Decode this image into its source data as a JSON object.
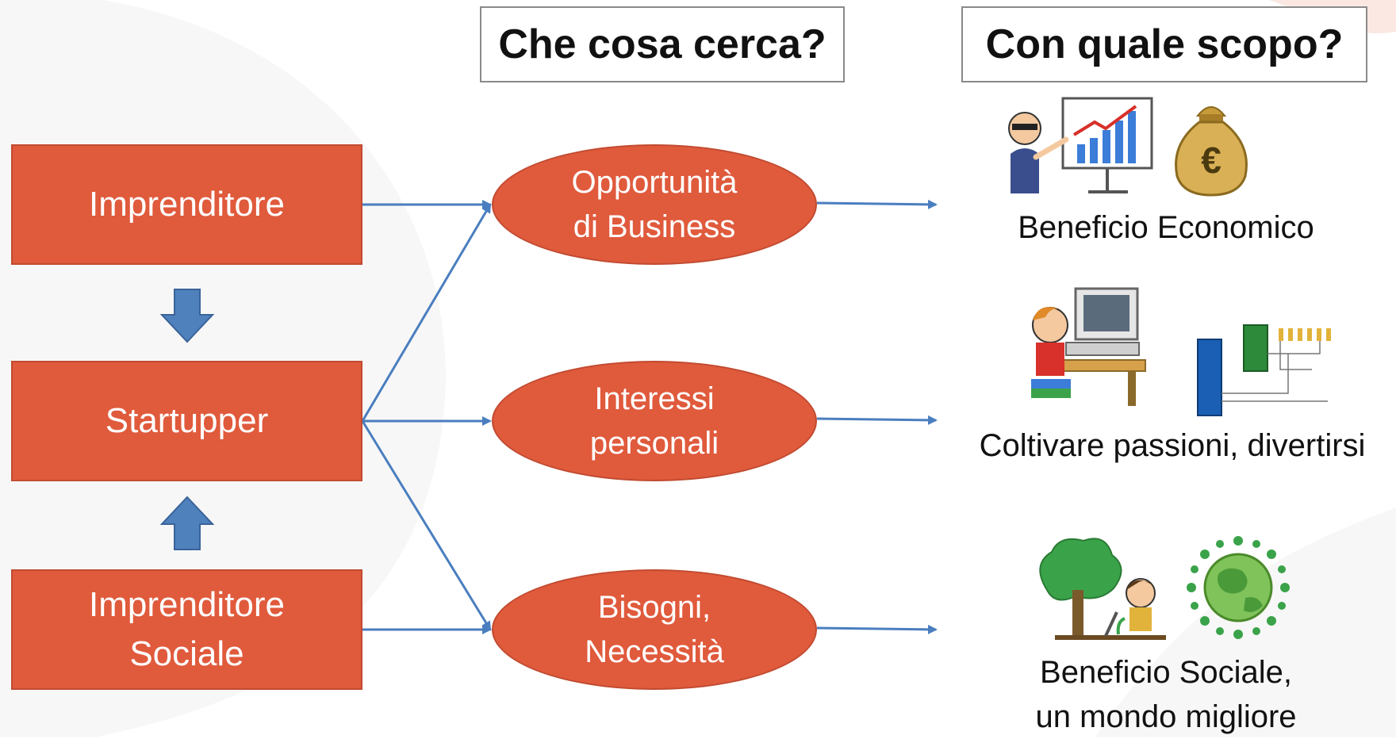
{
  "headers": {
    "question": "Che cosa cerca?",
    "purpose": "Con quale scopo?"
  },
  "roles": [
    {
      "label": "Imprenditore"
    },
    {
      "label": "Startupper"
    },
    {
      "label": "Imprenditore\nSociale"
    }
  ],
  "needs": [
    {
      "label": "Opportunità\ndi Business"
    },
    {
      "label": "Interessi\npersonali"
    },
    {
      "label": "Bisogni,\nNecessità"
    }
  ],
  "purposes": [
    {
      "label": "Beneficio Economico",
      "icons": [
        "presenter-chart-icon",
        "money-bag-icon"
      ]
    },
    {
      "label": "Coltivare passioni, divertirsi",
      "icons": [
        "kid-computer-icon",
        "circuit-board-icon"
      ]
    },
    {
      "label": "Beneficio Sociale,\nun mondo migliore",
      "icons": [
        "tree-planting-icon",
        "globe-people-icon"
      ]
    }
  ],
  "colors": {
    "shape_fill": "#e05a3c",
    "shape_border": "#c14b31",
    "connector": "#4a7ebf",
    "block_arrow": "#4f81bd",
    "header_border": "#8a8a8a"
  }
}
